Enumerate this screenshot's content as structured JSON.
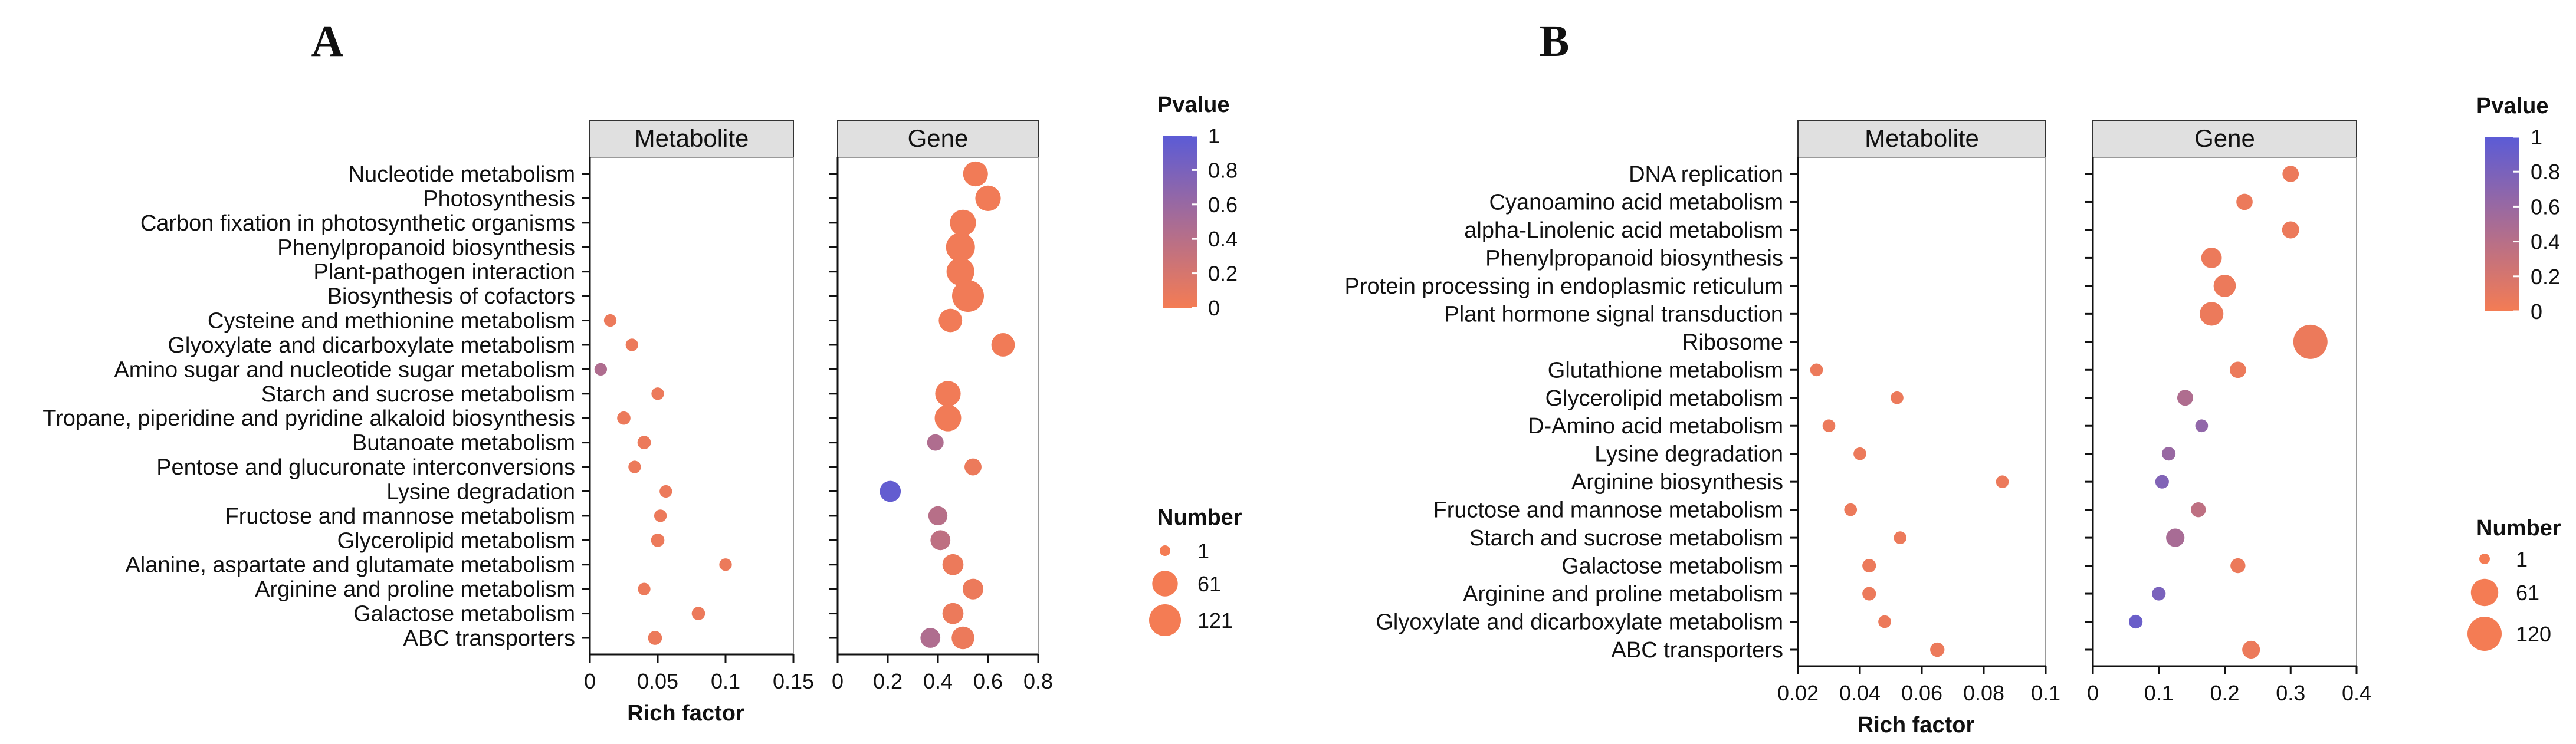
{
  "colors": {
    "low": "#F47C54",
    "high": "#5B5BD6",
    "strip_fill": "#E0E0E0",
    "frame": "#9A9A9A",
    "axis": "#111111"
  },
  "chart_data": [
    {
      "panel": "A",
      "type": "scatter",
      "strips": [
        "Metabolite",
        "Gene"
      ],
      "xlabel": "Rich factor",
      "categories": [
        "Nucleotide metabolism",
        "Photosynthesis",
        "Carbon fixation in photosynthetic organisms",
        "Phenylpropanoid biosynthesis",
        "Plant-pathogen interaction",
        "Biosynthesis of cofactors",
        "Cysteine and methionine metabolism",
        "Glyoxylate and dicarboxylate metabolism",
        "Amino sugar and nucleotide sugar metabolism",
        "Starch and sucrose metabolism",
        "Tropane, piperidine and pyridine alkaloid biosynthesis",
        "Butanoate metabolism",
        "Pentose and glucuronate interconversions",
        "Lysine degradation",
        "Fructose and mannose metabolism",
        "Glycerolipid metabolism",
        "Alanine, aspartate and glutamate metabolism",
        "Arginine and proline metabolism",
        "Galactose metabolism",
        "ABC transporters"
      ],
      "metabolite": {
        "xlim": [
          0,
          0.15
        ],
        "ticks": [
          "0",
          "0.05",
          "0.1",
          "0.15"
        ],
        "points": [
          {
            "category": "Cysteine and methionine metabolism",
            "x": 0.015,
            "number": 2,
            "p": 0.05
          },
          {
            "category": "Glyoxylate and dicarboxylate metabolism",
            "x": 0.031,
            "number": 2,
            "p": 0.05
          },
          {
            "category": "Amino sugar and nucleotide sugar metabolism",
            "x": 0.008,
            "number": 2,
            "p": 0.45
          },
          {
            "category": "Starch and sucrose metabolism",
            "x": 0.05,
            "number": 2,
            "p": 0.05
          },
          {
            "category": "Tropane, piperidine and pyridine alkaloid biosynthesis",
            "x": 0.025,
            "number": 3,
            "p": 0.05
          },
          {
            "category": "Butanoate metabolism",
            "x": 0.04,
            "number": 3,
            "p": 0.05
          },
          {
            "category": "Pentose and glucuronate interconversions",
            "x": 0.033,
            "number": 2,
            "p": 0.05
          },
          {
            "category": "Lysine degradation",
            "x": 0.056,
            "number": 2,
            "p": 0.05
          },
          {
            "category": "Fructose and mannose metabolism",
            "x": 0.052,
            "number": 2,
            "p": 0.05
          },
          {
            "category": "Glycerolipid metabolism",
            "x": 0.05,
            "number": 3,
            "p": 0.05
          },
          {
            "category": "Alanine, aspartate and glutamate metabolism",
            "x": 0.1,
            "number": 2,
            "p": 0.05
          },
          {
            "category": "Arginine and proline metabolism",
            "x": 0.04,
            "number": 2,
            "p": 0.05
          },
          {
            "category": "Galactose metabolism",
            "x": 0.08,
            "number": 3,
            "p": 0.05
          },
          {
            "category": "ABC transporters",
            "x": 0.048,
            "number": 4,
            "p": 0.05
          }
        ]
      },
      "gene": {
        "xlim": [
          0,
          0.8
        ],
        "ticks": [
          "0",
          "0.2",
          "0.4",
          "0.6",
          "0.8"
        ],
        "points": [
          {
            "category": "Nucleotide metabolism",
            "x": 0.55,
            "number": 55,
            "p": 0.02
          },
          {
            "category": "Photosynthesis",
            "x": 0.6,
            "number": 60,
            "p": 0.02
          },
          {
            "category": "Carbon fixation in photosynthetic organisms",
            "x": 0.5,
            "number": 65,
            "p": 0.02
          },
          {
            "category": "Phenylpropanoid biosynthesis",
            "x": 0.49,
            "number": 90,
            "p": 0.02
          },
          {
            "category": "Plant-pathogen interaction",
            "x": 0.49,
            "number": 80,
            "p": 0.02
          },
          {
            "category": "Biosynthesis of cofactors",
            "x": 0.52,
            "number": 121,
            "p": 0.02
          },
          {
            "category": "Cysteine and methionine metabolism",
            "x": 0.45,
            "number": 45,
            "p": 0.02
          },
          {
            "category": "Glyoxylate and dicarboxylate metabolism",
            "x": 0.66,
            "number": 45,
            "p": 0.02
          },
          {
            "category": "Starch and sucrose metabolism",
            "x": 0.44,
            "number": 60,
            "p": 0.02
          },
          {
            "category": "Tropane, piperidine and pyridine alkaloid biosynthesis",
            "x": 0.44,
            "number": 68,
            "p": 0.02
          },
          {
            "category": "Butanoate metabolism",
            "x": 0.39,
            "number": 10,
            "p": 0.45
          },
          {
            "category": "Pentose and glucuronate interconversions",
            "x": 0.54,
            "number": 12,
            "p": 0.05
          },
          {
            "category": "Lysine degradation",
            "x": 0.21,
            "number": 30,
            "p": 0.95
          },
          {
            "category": "Fructose and mannose metabolism",
            "x": 0.4,
            "number": 20,
            "p": 0.4
          },
          {
            "category": "Glycerolipid metabolism",
            "x": 0.41,
            "number": 24,
            "p": 0.35
          },
          {
            "category": "Alanine, aspartate and glutamate metabolism",
            "x": 0.46,
            "number": 30,
            "p": 0.05
          },
          {
            "category": "Arginine and proline metabolism",
            "x": 0.54,
            "number": 28,
            "p": 0.05
          },
          {
            "category": "Galactose metabolism",
            "x": 0.46,
            "number": 30,
            "p": 0.05
          },
          {
            "category": "ABC transporters",
            "x": 0.37,
            "number": 24,
            "p": 0.45
          },
          {
            "category": "ABC transporters",
            "x": 0.5,
            "number": 40,
            "p": 0.05
          }
        ]
      },
      "pvalue_legend": {
        "title": "Pvalue",
        "ticks": [
          "1",
          "0.8",
          "0.6",
          "0.4",
          "0.2",
          "0"
        ]
      },
      "number_legend": {
        "title": "Number",
        "entries": [
          {
            "label": "1",
            "value": 1
          },
          {
            "label": "61",
            "value": 61
          },
          {
            "label": "121",
            "value": 121
          }
        ]
      }
    },
    {
      "panel": "B",
      "type": "scatter",
      "strips": [
        "Metabolite",
        "Gene"
      ],
      "xlabel": "Rich factor",
      "categories": [
        "DNA replication",
        "Cyanoamino acid metabolism",
        "alpha-Linolenic acid metabolism",
        "Phenylpropanoid biosynthesis",
        "Protein processing in endoplasmic reticulum",
        "Plant hormone signal transduction",
        "Ribosome",
        "Glutathione metabolism",
        "Glycerolipid metabolism",
        "D-Amino acid metabolism",
        "Lysine degradation",
        "Arginine biosynthesis",
        "Fructose and mannose metabolism",
        "Starch and sucrose metabolism",
        "Galactose metabolism",
        "Arginine and proline metabolism",
        "Glyoxylate and dicarboxylate metabolism",
        "ABC transporters"
      ],
      "metabolite": {
        "xlim": [
          0.02,
          0.1
        ],
        "ticks": [
          "0.02",
          "0.04",
          "0.06",
          "0.08",
          "0.1"
        ],
        "points": [
          {
            "category": "Glutathione metabolism",
            "x": 0.026,
            "number": 2,
            "p": 0.05
          },
          {
            "category": "Glycerolipid metabolism",
            "x": 0.052,
            "number": 2,
            "p": 0.05
          },
          {
            "category": "D-Amino acid metabolism",
            "x": 0.03,
            "number": 2,
            "p": 0.05
          },
          {
            "category": "Lysine degradation",
            "x": 0.04,
            "number": 2,
            "p": 0.05
          },
          {
            "category": "Arginine biosynthesis",
            "x": 0.086,
            "number": 2,
            "p": 0.05
          },
          {
            "category": "Fructose and mannose metabolism",
            "x": 0.037,
            "number": 2,
            "p": 0.05
          },
          {
            "category": "Starch and sucrose metabolism",
            "x": 0.053,
            "number": 2,
            "p": 0.05
          },
          {
            "category": "Galactose metabolism",
            "x": 0.043,
            "number": 3,
            "p": 0.05
          },
          {
            "category": "Arginine and proline metabolism",
            "x": 0.043,
            "number": 3,
            "p": 0.05
          },
          {
            "category": "Glyoxylate and dicarboxylate metabolism",
            "x": 0.048,
            "number": 2,
            "p": 0.05
          },
          {
            "category": "ABC transporters",
            "x": 0.065,
            "number": 4,
            "p": 0.05
          }
        ]
      },
      "gene": {
        "xlim": [
          0,
          0.4
        ],
        "ticks": [
          "0",
          "0.1",
          "0.2",
          "0.3",
          "0.4"
        ],
        "points": [
          {
            "category": "DNA replication",
            "x": 0.3,
            "number": 8,
            "p": 0.05
          },
          {
            "category": "Cyanoamino acid metabolism",
            "x": 0.23,
            "number": 8,
            "p": 0.05
          },
          {
            "category": "alpha-Linolenic acid metabolism",
            "x": 0.3,
            "number": 10,
            "p": 0.05
          },
          {
            "category": "Phenylpropanoid biosynthesis",
            "x": 0.18,
            "number": 22,
            "p": 0.05
          },
          {
            "category": "Protein processing in endoplasmic reticulum",
            "x": 0.2,
            "number": 30,
            "p": 0.05
          },
          {
            "category": "Plant hormone signal transduction",
            "x": 0.18,
            "number": 38,
            "p": 0.05
          },
          {
            "category": "Ribosome",
            "x": 0.33,
            "number": 120,
            "p": 0.05
          },
          {
            "category": "Glutathione metabolism",
            "x": 0.22,
            "number": 8,
            "p": 0.05
          },
          {
            "category": "Glycerolipid metabolism",
            "x": 0.14,
            "number": 7,
            "p": 0.45
          },
          {
            "category": "D-Amino acid metabolism",
            "x": 0.165,
            "number": 2,
            "p": 0.65
          },
          {
            "category": "Lysine degradation",
            "x": 0.115,
            "number": 3,
            "p": 0.6
          },
          {
            "category": "Arginine biosynthesis",
            "x": 0.105,
            "number": 3,
            "p": 0.75
          },
          {
            "category": "Fructose and mannose metabolism",
            "x": 0.16,
            "number": 5,
            "p": 0.35
          },
          {
            "category": "Starch and sucrose metabolism",
            "x": 0.125,
            "number": 14,
            "p": 0.5
          },
          {
            "category": "Galactose metabolism",
            "x": 0.22,
            "number": 5,
            "p": 0.05
          },
          {
            "category": "Arginine and proline metabolism",
            "x": 0.1,
            "number": 3,
            "p": 0.8
          },
          {
            "category": "Glyoxylate and dicarboxylate metabolism",
            "x": 0.065,
            "number": 3,
            "p": 0.9
          },
          {
            "category": "ABC transporters",
            "x": 0.24,
            "number": 12,
            "p": 0.05
          }
        ]
      },
      "pvalue_legend": {
        "title": "Pvalue",
        "ticks": [
          "1",
          "0.8",
          "0.6",
          "0.4",
          "0.2",
          "0"
        ]
      },
      "number_legend": {
        "title": "Number",
        "entries": [
          {
            "label": "1",
            "value": 1
          },
          {
            "label": "61",
            "value": 61
          },
          {
            "label": "120",
            "value": 120
          }
        ]
      }
    }
  ]
}
